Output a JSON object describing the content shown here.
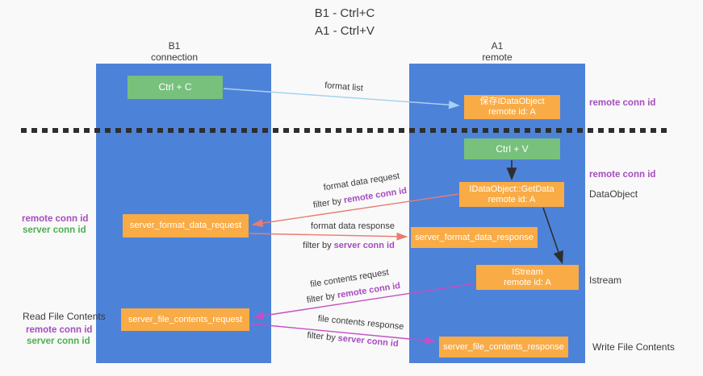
{
  "title": {
    "line1": "B1 - Ctrl+C",
    "line2": "A1 - Ctrl+V"
  },
  "lanes": {
    "left": {
      "header_line1": "B1",
      "header_line2": "connection"
    },
    "right": {
      "header_line1": "A1",
      "header_line2": "remote"
    }
  },
  "boxes": {
    "ctrl_c": {
      "label": "Ctrl + C"
    },
    "save_idataobject": {
      "line1": "保存IDataObject",
      "line2": "remote id: A"
    },
    "ctrl_v": {
      "label": "Ctrl + V"
    },
    "getdata": {
      "line1": "IDataObject::GetData",
      "line2": "remote id: A"
    },
    "server_format_data_request": {
      "label": "server_format_data_request"
    },
    "server_format_data_response": {
      "label": "server_format_data_response"
    },
    "istream": {
      "line1": "IStream",
      "line2": "remote id: A"
    },
    "server_file_contents_request": {
      "label": "server_file_contents_request"
    },
    "server_file_contents_response": {
      "label": "server_file_contents_response"
    }
  },
  "flow_labels": {
    "format_list": "format list",
    "format_data_request": "format data request",
    "format_data_response": "format data response",
    "file_contents_request": "file contents request",
    "file_contents_response": "file contents response",
    "filter_by": "filter by",
    "remote_conn_id": "remote conn id",
    "server_conn_id": "server conn id"
  },
  "side_labels": {
    "remote_conn_id": "remote conn id",
    "server_conn_id": "server conn id",
    "dataobject": "DataObject",
    "istream": "Istream",
    "read_file_contents": "Read File Contents",
    "write_file_contents": "Write File Contents"
  },
  "colors": {
    "lane_blue": "#4d82d9",
    "box_orange": "#f9ab46",
    "box_green": "#77c17c",
    "arrow_light_blue": "#a6d2f0",
    "arrow_red": "#e97c72",
    "arrow_magenta": "#c44fc4",
    "arrow_black": "#2e2e2e",
    "text_purple": "#a64cbf",
    "text_green": "#4caf50",
    "background": "#f9f9f9"
  }
}
